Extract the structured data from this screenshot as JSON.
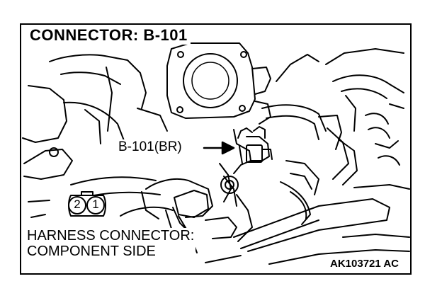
{
  "diagram": {
    "title": "CONNECTOR: B-101",
    "connector_callout": "B-101(BR)",
    "pins": [
      "2",
      "1"
    ],
    "harness_line1": "HARNESS CONNECTOR:",
    "harness_line2": "COMPONENT SIDE",
    "figure_code": "AK103721 AC"
  }
}
